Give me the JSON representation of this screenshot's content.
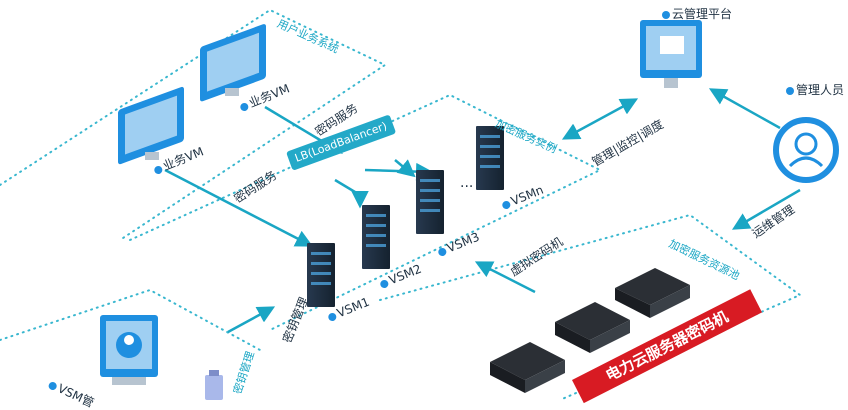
{
  "labels": {
    "user_system": "用户业务系统",
    "business_vm_top": "业务VM",
    "business_vm_left": "业务VM",
    "crypto_service_top": "密码服务",
    "crypto_service_left": "密码服务",
    "load_balancer": "LB(LoadBalancer)",
    "crypto_instance": "加密服务实例",
    "vsm1": "VSM1",
    "vsm2": "VSM2",
    "vsm3": "VSM3",
    "vsm_dots": "···",
    "vsmn": "VSMn",
    "cloud_platform": "云管理平台",
    "manage_monitor": "管理|监控|调度",
    "admin_person": "管理人员",
    "ops_manage": "运维管理",
    "resource_pool": "加密服务资源池",
    "virtual_hsm": "虚拟密码机",
    "key_manage": "密钥管理",
    "key_manage2": "密钥管理",
    "vsm_partial": "VSM管",
    "banner": "电力云服务器密码机"
  },
  "colors": {
    "accent": "#1aa6c4",
    "blue": "#1f8fe0",
    "dark_server": "#1b2b3d",
    "banner": "#d81b23"
  },
  "icons": [
    "monitor-icon",
    "server-rack-icon",
    "hsm-device-icon",
    "person-icon",
    "folder-icon",
    "usb-key-icon"
  ]
}
